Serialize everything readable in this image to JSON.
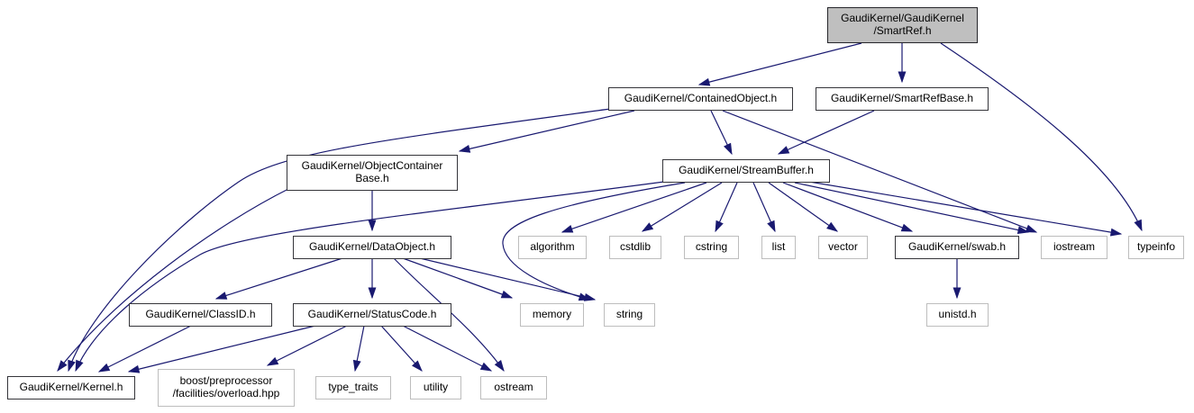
{
  "graph": {
    "kind": "include-dependency-graph",
    "edge_color": "#191970",
    "current_node_fill": "#bfbfbf",
    "nodes": {
      "smartref": {
        "label": "GaudiKernel/GaudiKernel\n/SmartRef.h",
        "kind": "current"
      },
      "containedobject": {
        "label": "GaudiKernel/ContainedObject.h",
        "kind": "internal"
      },
      "smartrefbase": {
        "label": "GaudiKernel/SmartRefBase.h",
        "kind": "internal"
      },
      "objectcontainerbase": {
        "label": "GaudiKernel/ObjectContainer\nBase.h",
        "kind": "internal"
      },
      "streambuffer": {
        "label": "GaudiKernel/StreamBuffer.h",
        "kind": "internal"
      },
      "dataobject": {
        "label": "GaudiKernel/DataObject.h",
        "kind": "internal"
      },
      "classid": {
        "label": "GaudiKernel/ClassID.h",
        "kind": "internal"
      },
      "statuscode": {
        "label": "GaudiKernel/StatusCode.h",
        "kind": "internal"
      },
      "kernel": {
        "label": "GaudiKernel/Kernel.h",
        "kind": "internal"
      },
      "swab": {
        "label": "GaudiKernel/swab.h",
        "kind": "internal"
      },
      "algorithm": {
        "label": "algorithm",
        "kind": "system"
      },
      "cstdlib": {
        "label": "cstdlib",
        "kind": "system"
      },
      "cstring": {
        "label": "cstring",
        "kind": "system"
      },
      "list": {
        "label": "list",
        "kind": "system"
      },
      "vector": {
        "label": "vector",
        "kind": "system"
      },
      "iostream": {
        "label": "iostream",
        "kind": "system"
      },
      "typeinfo": {
        "label": "typeinfo",
        "kind": "system"
      },
      "memory": {
        "label": "memory",
        "kind": "system"
      },
      "string": {
        "label": "string",
        "kind": "system"
      },
      "unistd": {
        "label": "unistd.h",
        "kind": "system"
      },
      "boost": {
        "label": "boost/preprocessor\n/facilities/overload.hpp",
        "kind": "system"
      },
      "typetraits": {
        "label": "type_traits",
        "kind": "system"
      },
      "utility": {
        "label": "utility",
        "kind": "system"
      },
      "ostream": {
        "label": "ostream",
        "kind": "system"
      }
    },
    "edges": [
      {
        "from": "smartref",
        "to": "containedobject"
      },
      {
        "from": "smartref",
        "to": "smartrefbase"
      },
      {
        "from": "smartref",
        "to": "typeinfo"
      },
      {
        "from": "containedobject",
        "to": "objectcontainerbase"
      },
      {
        "from": "containedobject",
        "to": "streambuffer"
      },
      {
        "from": "containedobject",
        "to": "kernel"
      },
      {
        "from": "containedobject",
        "to": "iostream"
      },
      {
        "from": "smartrefbase",
        "to": "streambuffer"
      },
      {
        "from": "objectcontainerbase",
        "to": "dataobject"
      },
      {
        "from": "objectcontainerbase",
        "to": "kernel"
      },
      {
        "from": "streambuffer",
        "to": "algorithm"
      },
      {
        "from": "streambuffer",
        "to": "cstdlib"
      },
      {
        "from": "streambuffer",
        "to": "cstring"
      },
      {
        "from": "streambuffer",
        "to": "list"
      },
      {
        "from": "streambuffer",
        "to": "vector"
      },
      {
        "from": "streambuffer",
        "to": "swab"
      },
      {
        "from": "streambuffer",
        "to": "iostream"
      },
      {
        "from": "streambuffer",
        "to": "typeinfo"
      },
      {
        "from": "streambuffer",
        "to": "string"
      },
      {
        "from": "streambuffer",
        "to": "kernel"
      },
      {
        "from": "dataobject",
        "to": "classid"
      },
      {
        "from": "dataobject",
        "to": "statuscode"
      },
      {
        "from": "dataobject",
        "to": "memory"
      },
      {
        "from": "dataobject",
        "to": "string"
      },
      {
        "from": "dataobject",
        "to": "ostream"
      },
      {
        "from": "classid",
        "to": "kernel"
      },
      {
        "from": "statuscode",
        "to": "kernel"
      },
      {
        "from": "statuscode",
        "to": "boost"
      },
      {
        "from": "statuscode",
        "to": "typetraits"
      },
      {
        "from": "statuscode",
        "to": "utility"
      },
      {
        "from": "statuscode",
        "to": "ostream"
      },
      {
        "from": "swab",
        "to": "unistd"
      }
    ]
  }
}
